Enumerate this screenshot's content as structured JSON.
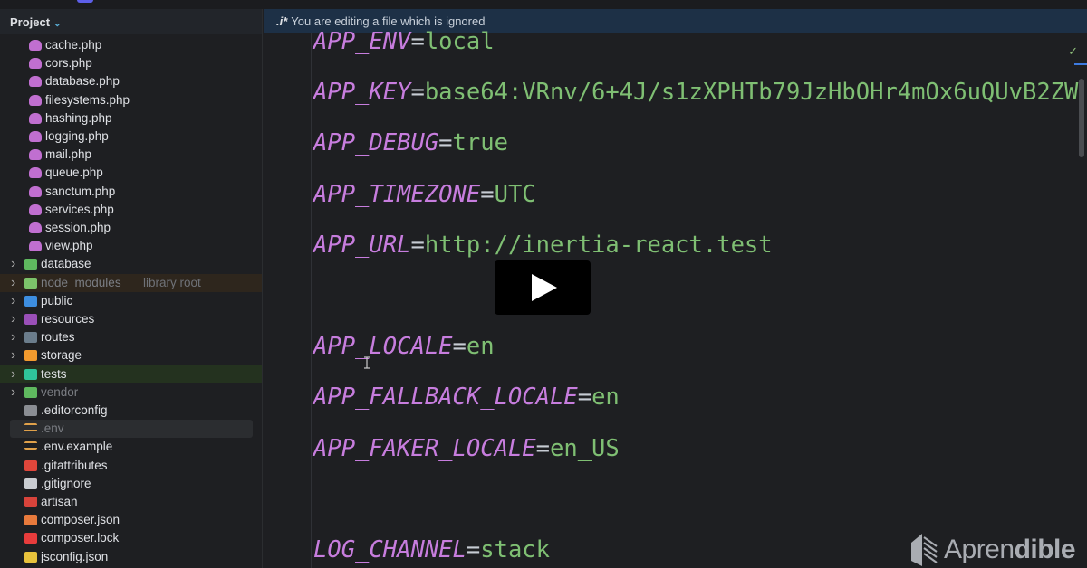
{
  "sidebar": {
    "title": "Project",
    "items": [
      {
        "label": "cache.php",
        "type": "php",
        "indent": 2
      },
      {
        "label": "cors.php",
        "type": "php",
        "indent": 2
      },
      {
        "label": "database.php",
        "type": "php",
        "indent": 2
      },
      {
        "label": "filesystems.php",
        "type": "php",
        "indent": 2
      },
      {
        "label": "hashing.php",
        "type": "php",
        "indent": 2
      },
      {
        "label": "logging.php",
        "type": "php",
        "indent": 2
      },
      {
        "label": "mail.php",
        "type": "php",
        "indent": 2
      },
      {
        "label": "queue.php",
        "type": "php",
        "indent": 2
      },
      {
        "label": "sanctum.php",
        "type": "php",
        "indent": 2
      },
      {
        "label": "services.php",
        "type": "php",
        "indent": 2
      },
      {
        "label": "session.php",
        "type": "php",
        "indent": 2
      },
      {
        "label": "view.php",
        "type": "php",
        "indent": 2
      },
      {
        "label": "database",
        "type": "folder",
        "color": "#5fb85f",
        "indent": 1
      },
      {
        "label": "node_modules",
        "suffix": "library root",
        "type": "folder",
        "color": "#7cc36a",
        "indent": 1,
        "dim": true,
        "bg": "#2e261d"
      },
      {
        "label": "public",
        "type": "folder",
        "color": "#3d8ee0",
        "indent": 1
      },
      {
        "label": "resources",
        "type": "folder",
        "color": "#9a4fb8",
        "indent": 1
      },
      {
        "label": "routes",
        "type": "folder",
        "color": "#6b7d8c",
        "indent": 1
      },
      {
        "label": "storage",
        "type": "folder",
        "color": "#f29a2e",
        "indent": 1
      },
      {
        "label": "tests",
        "type": "folder",
        "color": "#2fc49a",
        "indent": 1,
        "bg": "#24321f"
      },
      {
        "label": "vendor",
        "type": "folder",
        "color": "#5fb85f",
        "indent": 1,
        "dim": true
      },
      {
        "label": ".editorconfig",
        "type": "file",
        "color": "#8a8d93",
        "indent": 0
      },
      {
        "label": ".env",
        "type": "env",
        "color": "#e0a14a",
        "indent": 0,
        "dim": true,
        "selected": true
      },
      {
        "label": ".env.example",
        "type": "env",
        "color": "#e0a14a",
        "indent": 0
      },
      {
        "label": ".gitattributes",
        "type": "file",
        "color": "#e0463b",
        "indent": 0
      },
      {
        "label": ".gitignore",
        "type": "file",
        "color": "#c9ccd1",
        "indent": 0
      },
      {
        "label": "artisan",
        "type": "file",
        "color": "#d8433b",
        "indent": 0
      },
      {
        "label": "composer.json",
        "type": "file",
        "color": "#e87a3c",
        "indent": 0
      },
      {
        "label": "composer.lock",
        "type": "file",
        "color": "#e83c3c",
        "indent": 0
      },
      {
        "label": "jsconfig.json",
        "type": "file",
        "color": "#e8c23c",
        "indent": 0
      }
    ]
  },
  "editor": {
    "banner_prefix": ".i*",
    "banner": "You are editing a file which is ignored",
    "lines": [
      {
        "key": "APP_ENV",
        "value": "local"
      },
      {
        "key": "APP_KEY",
        "value": "base64:VRnv/6+4J/s1zXPHTb79JzHbOHr4mOx6uQUvB2ZW"
      },
      {
        "key": "APP_DEBUG",
        "value": "true"
      },
      {
        "key": "APP_TIMEZONE",
        "value": "UTC"
      },
      {
        "key": "APP_URL",
        "value": "http://inertia-react.test"
      },
      null,
      {
        "key": "APP_LOCALE",
        "value": "en"
      },
      {
        "key": "APP_FALLBACK_LOCALE",
        "value": "en"
      },
      {
        "key": "APP_FAKER_LOCALE",
        "value": "en_US"
      },
      null,
      {
        "key": "LOG_CHANNEL",
        "value": "stack"
      }
    ]
  },
  "overlay": {
    "play_icon": "play-icon",
    "logo": "Aprendible",
    "logo_light": "Apren",
    "logo_bold": "dible"
  }
}
